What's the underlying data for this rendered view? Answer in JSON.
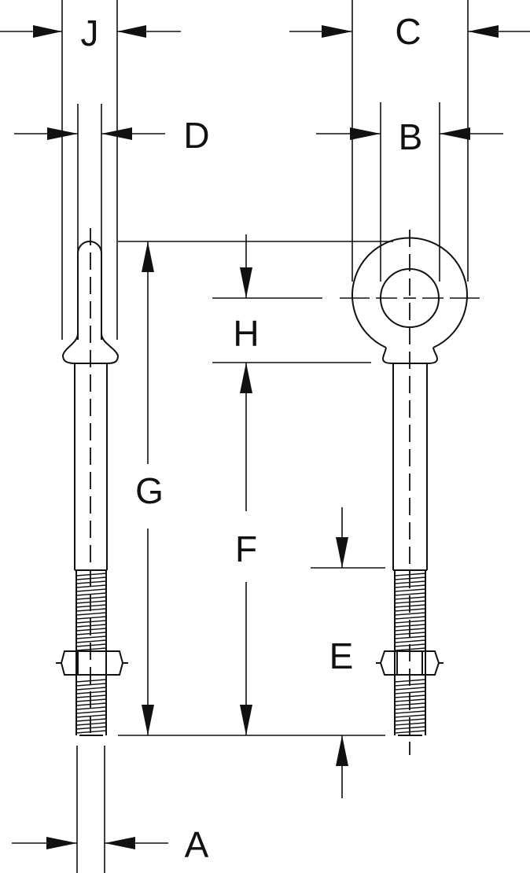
{
  "labels": {
    "J": "J",
    "C": "C",
    "D": "D",
    "B": "B",
    "H": "H",
    "G": "G",
    "F": "F",
    "E": "E",
    "A": "A"
  },
  "colors": {
    "line": "#111111",
    "background": "#ffffff"
  }
}
